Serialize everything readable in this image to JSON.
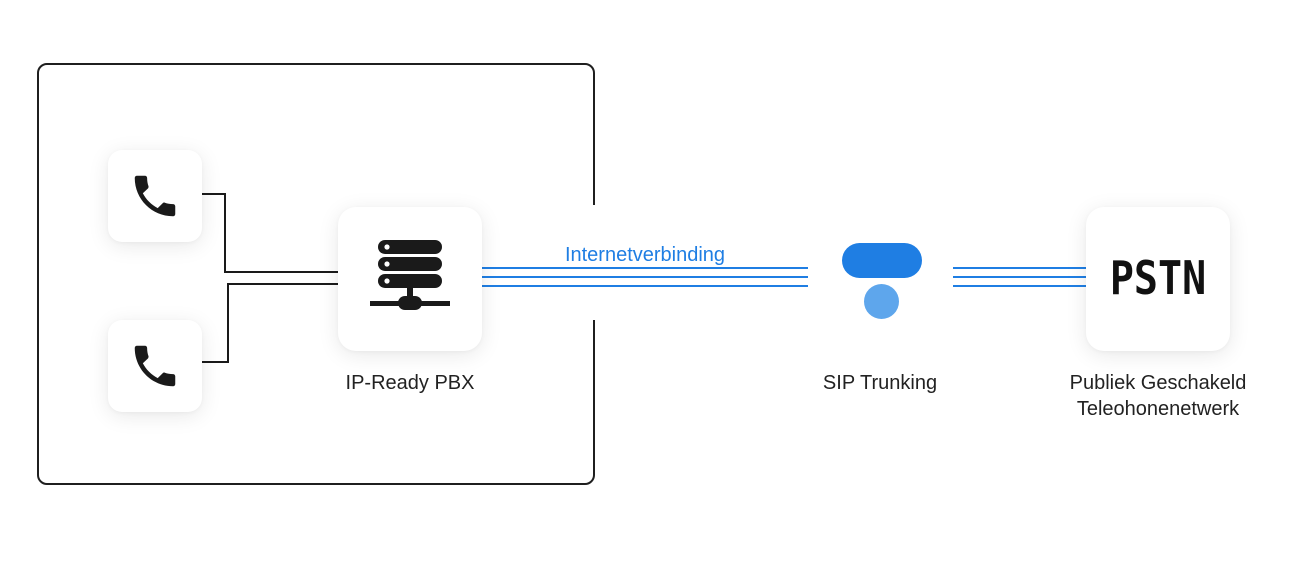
{
  "diagram": {
    "internet_label": "Internetverbinding",
    "pbx": {
      "label": "IP-Ready PBX",
      "icon": "server-network-icon"
    },
    "sip": {
      "label": "SIP Trunking",
      "icon": "sip-trunk-logo"
    },
    "pstn": {
      "tile_text": "PSTN",
      "label_line1": "Publiek Geschakeld",
      "label_line2": "Teleohonenetwerk"
    },
    "phones": [
      {
        "icon": "phone-handset-icon"
      },
      {
        "icon": "phone-handset-icon"
      }
    ],
    "colors": {
      "accent": "#1f7ee3",
      "accent_light": "#5ea6ec",
      "frame": "#1f1f1f",
      "icon": "#1a1a1a"
    }
  }
}
